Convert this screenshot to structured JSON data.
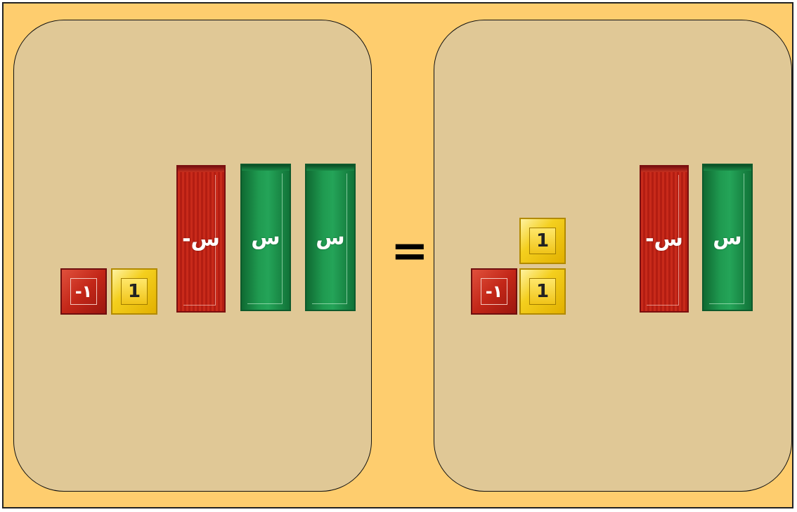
{
  "left_side": {
    "negative_unit_label": "-١",
    "positive_unit_label": "1",
    "negative_x_label": "-س",
    "positive_x_labels": [
      "س",
      "س"
    ]
  },
  "equals_sign": "=",
  "right_side": {
    "positive_unit_labels": [
      "1",
      "1"
    ],
    "negative_unit_label": "-١",
    "negative_x_label": "-س",
    "positive_x_label": "س"
  },
  "colors": {
    "background": "#fecd6e",
    "panel": "#e0c896",
    "positive_x": "#1f9a50",
    "negative": "#c32718",
    "positive_unit": "#f4cf1e"
  }
}
